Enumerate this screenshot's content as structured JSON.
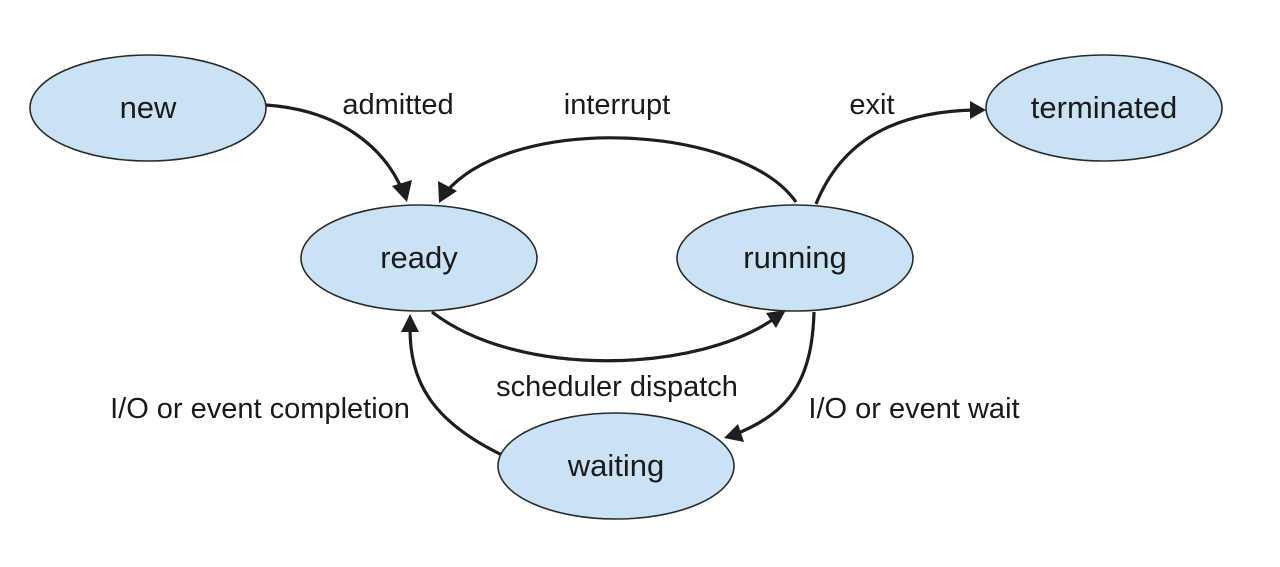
{
  "states": {
    "new": "new",
    "ready": "ready",
    "running": "running",
    "waiting": "waiting",
    "terminated": "terminated"
  },
  "transitions": {
    "admitted": "admitted",
    "interrupt": "interrupt",
    "exit": "exit",
    "scheduler_dispatch": "scheduler dispatch",
    "io_event_completion": "I/O or event completion",
    "io_event_wait": "I/O or event wait"
  },
  "colors": {
    "state_fill": "#c9e3f5",
    "outline": "#2b2b2b",
    "arrow": "#1e1e1e"
  }
}
